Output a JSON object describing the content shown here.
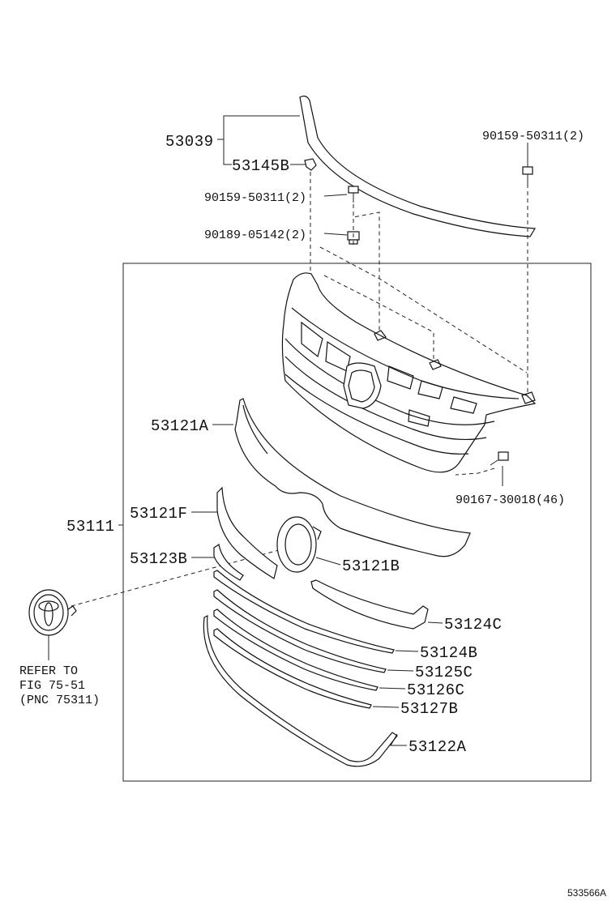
{
  "diagram_id": "533566A",
  "callouts": {
    "p53039": "53039",
    "p53145B": "53145B",
    "p90159_left": "90159-50311(2)",
    "p90189": "90189-05142(2)",
    "p90159_right": "90159-50311(2)",
    "p53121A": "53121A",
    "p90167": "90167-30018(46)",
    "p53111": "53111",
    "p53121F": "53121F",
    "p53123B": "53123B",
    "p53121B": "53121B",
    "p53124C": "53124C",
    "p53124B": "53124B",
    "p53125C": "53125C",
    "p53126C": "53126C",
    "p53127B": "53127B",
    "p53122A": "53122A"
  },
  "reference": {
    "line1": "REFER TO",
    "line2": "FIG 75-51",
    "line3": "(PNC 75311)"
  }
}
